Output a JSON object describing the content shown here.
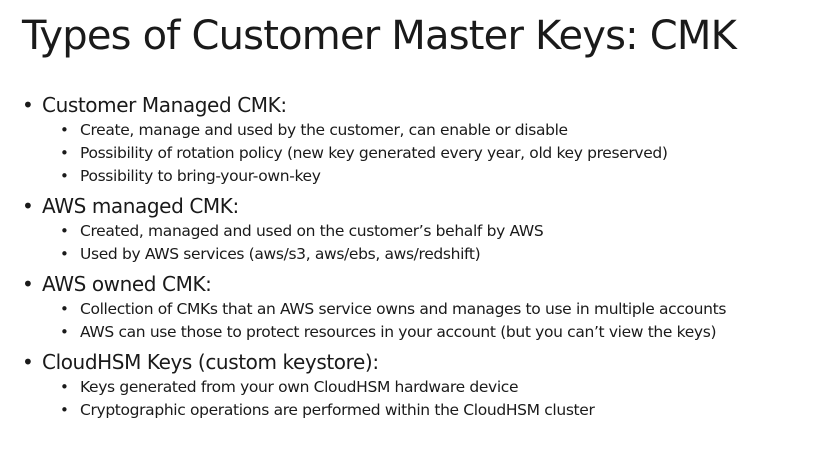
{
  "slide": {
    "title": "Types of Customer Master Keys: CMK",
    "bullet_glyph": "•",
    "sections": [
      {
        "label": "Customer Managed CMK:",
        "items": [
          "Create, manage and used by the customer, can enable or disable",
          "Possibility of rotation policy (new key generated every year, old key preserved)",
          "Possibility to bring-your-own-key"
        ]
      },
      {
        "label": "AWS managed CMK:",
        "items": [
          "Created, managed and used on the customer’s behalf by AWS",
          "Used by AWS services (aws/s3, aws/ebs, aws/redshift)"
        ]
      },
      {
        "label": "AWS owned CMK:",
        "items": [
          "Collection of CMKs that an AWS service owns and manages to use in multiple accounts",
          "AWS can use those to protect resources in your account (but you can’t view the keys)"
        ]
      },
      {
        "label": "CloudHSM Keys (custom keystore):",
        "items": [
          "Keys generated from your own CloudHSM hardware device",
          "Cryptographic operations are performed within the CloudHSM cluster"
        ]
      }
    ]
  }
}
